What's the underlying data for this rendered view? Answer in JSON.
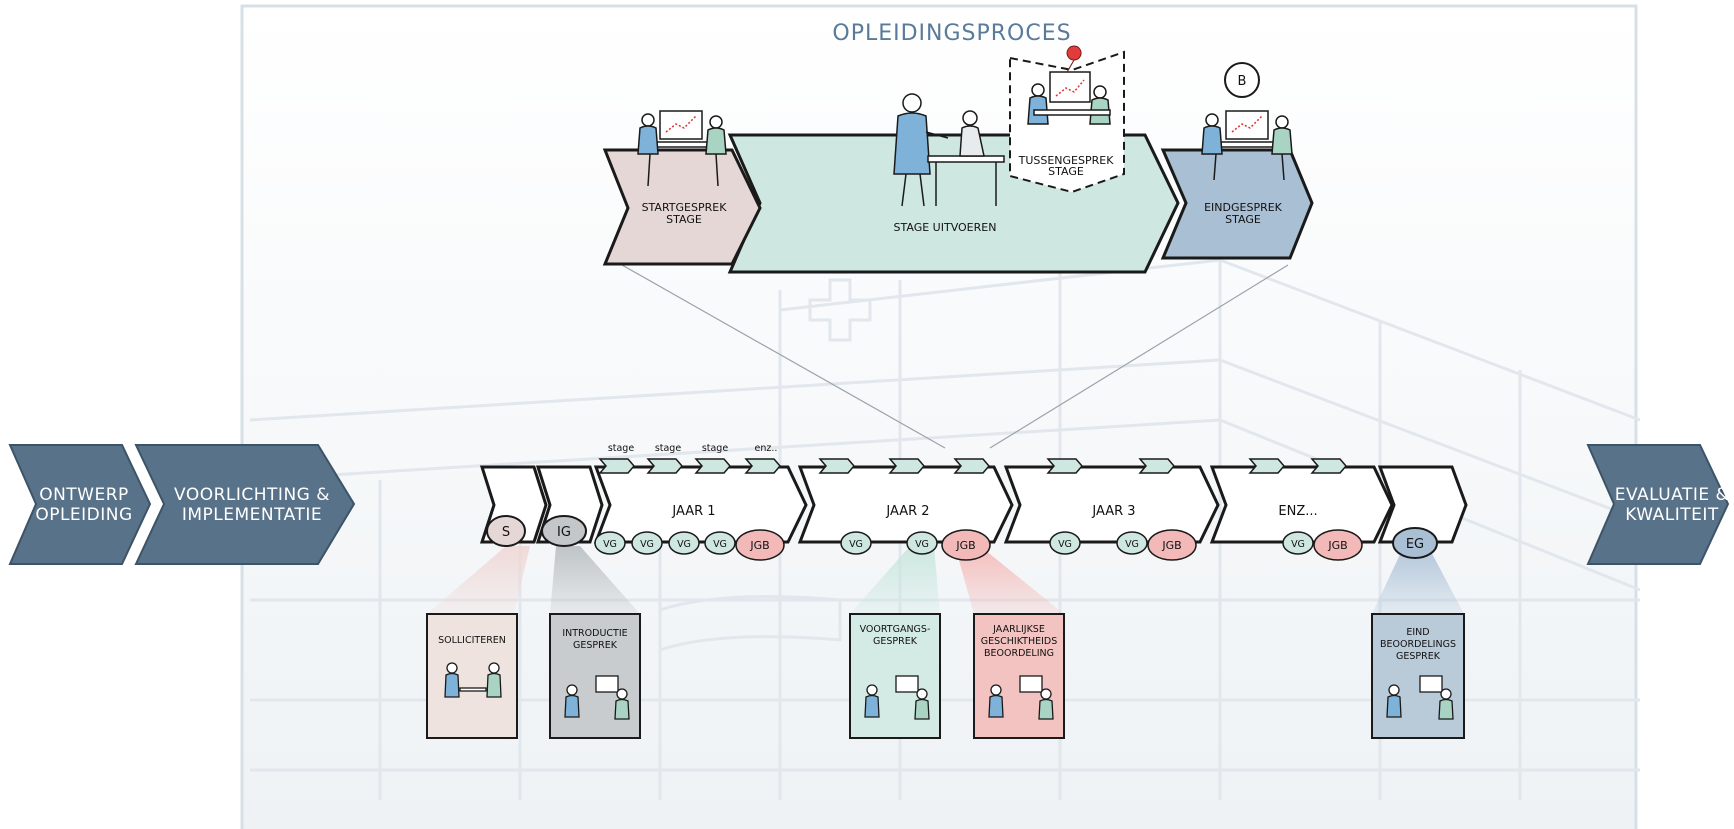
{
  "header": {
    "title": "OPLEIDINGSPROCES"
  },
  "phases_left": [
    {
      "line1": "ONTWERP",
      "line2": "OPLEIDING"
    },
    {
      "line1": "VOORLICHTING &",
      "line2": "IMPLEMENTATIE"
    }
  ],
  "phase_right": {
    "line1": "EVALUATIE &",
    "line2": "KWALITEIT"
  },
  "detail": {
    "start": {
      "line1": "STARTGESPREK",
      "line2": "STAGE"
    },
    "execute": "STAGE UITVOEREN",
    "tussen": {
      "line1": "TUSSENGESPREK",
      "line2": "STAGE"
    },
    "eind": {
      "line1": "EINDGESPREK",
      "line2": "STAGE"
    },
    "badge": "B"
  },
  "timeline": {
    "small_s": "S",
    "small_ig": "IG",
    "years": [
      "JAAR 1",
      "JAAR 2",
      "JAAR 3",
      "ENZ..."
    ],
    "eg": "EG",
    "stage_labels": [
      "stage",
      "stage",
      "stage",
      "enz.."
    ],
    "vg": "VG",
    "jgb": "JGB"
  },
  "cards": [
    {
      "line1": "SOLLICITEREN",
      "line2": "",
      "line3": "",
      "color": "#efe3e0"
    },
    {
      "line1": "INTRODUCTIE",
      "line2": "GESPREK",
      "line3": "",
      "color": "#c8ccce"
    },
    {
      "line1": "VOORTGANGS-",
      "line2": "GESPREK",
      "line3": "",
      "color": "#d3ebe4"
    },
    {
      "line1": "JAARLIJKSE",
      "line2": "GESCHIKTHEIDS",
      "line3": "BEOORDELING",
      "color": "#f3c3c1"
    },
    {
      "line1": "EIND",
      "line2": "BEOORDELINGS",
      "line3": "GESPREK",
      "color": "#b9cad9"
    }
  ],
  "colors": {
    "phase_blue": "#587289",
    "teal": "#cfe7e1",
    "pink_soft": "#e6d7d7",
    "pink_bubble": "#f2b9b8",
    "blue_soft": "#a9bfd4",
    "grey_bubble": "#c3c7ca",
    "header_blue": "#5a7a99",
    "frame": "#d7e0e6"
  }
}
